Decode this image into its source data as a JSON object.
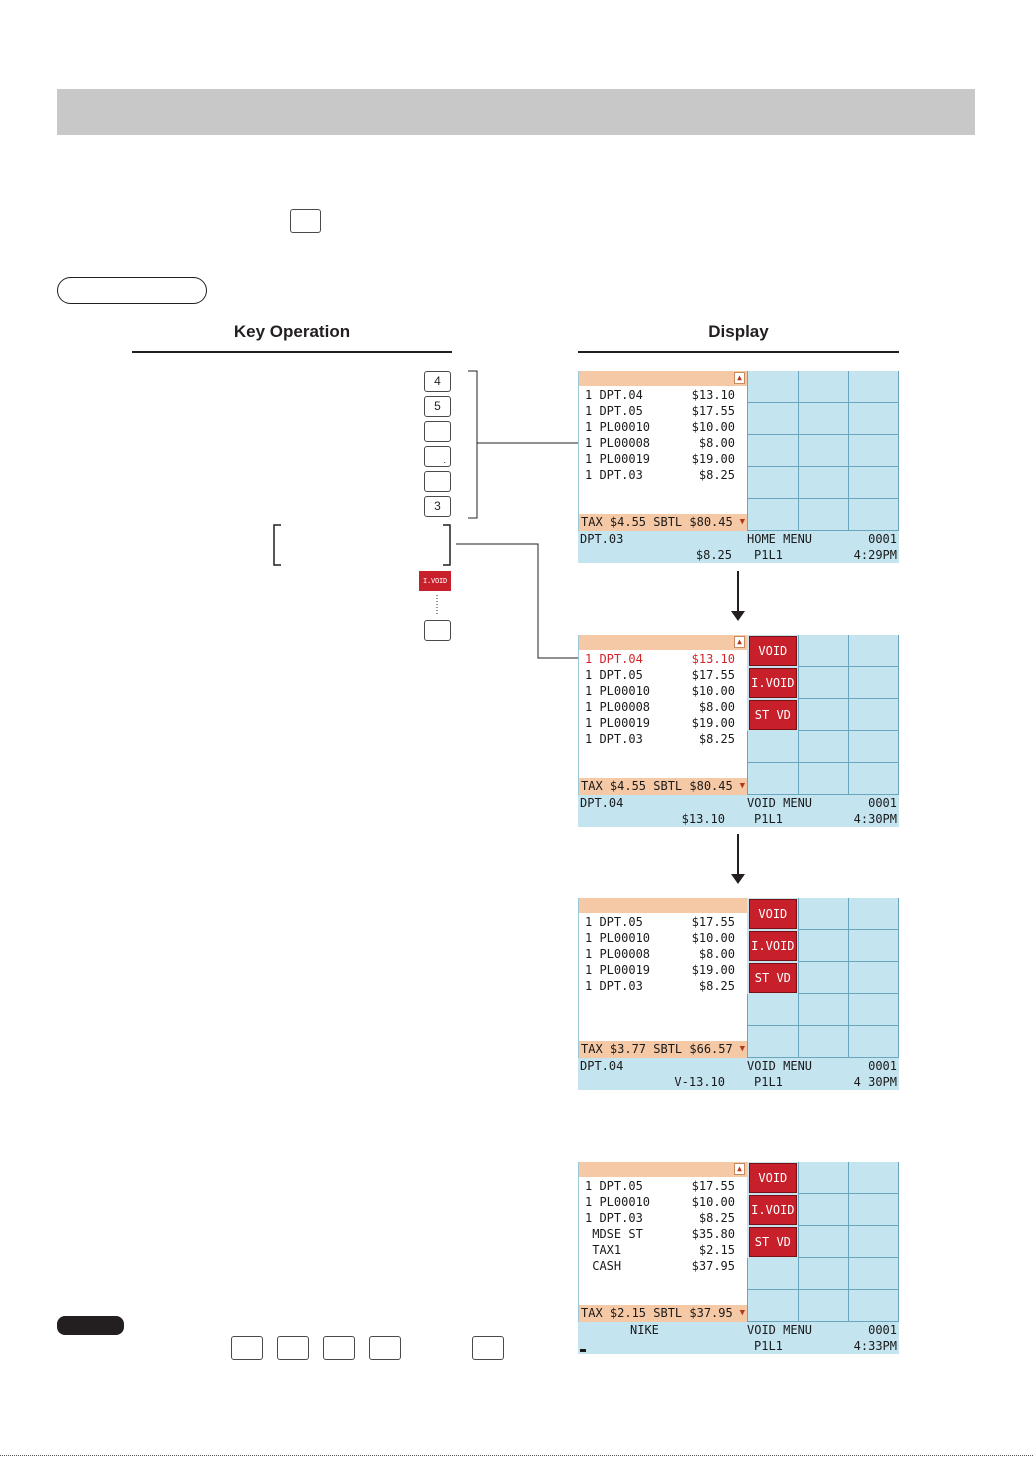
{
  "headers": {
    "key_operation": "Key Operation",
    "display": "Display"
  },
  "keys": {
    "k1": "4",
    "k2": "5",
    "k3": "",
    "k4": "",
    "k4_dot": ".",
    "k5": "",
    "k6": "3",
    "ivoid": "I.VOID",
    "last": ""
  },
  "screens": [
    {
      "items": [
        {
          "l": "1 DPT.04",
          "r": "$13.10"
        },
        {
          "l": "1 DPT.05",
          "r": "$17.55"
        },
        {
          "l": "1 PL00010",
          "r": "$10.00"
        },
        {
          "l": "1 PL00008",
          "r": "$8.00"
        },
        {
          "l": "1 PL00019",
          "r": "$19.00"
        },
        {
          "l": "1 DPT.03",
          "r": "$8.25"
        }
      ],
      "tax": "TAX $4.55 SBTL $80.45",
      "buttons": [],
      "status": {
        "name": "DPT.03",
        "menu": "HOME MENU",
        "num": "0001",
        "amount": "$8.25",
        "p": "P1L1",
        "time": "4:29PM"
      }
    },
    {
      "items": [
        {
          "l": "1 DPT.04",
          "r": "$13.10",
          "red": true
        },
        {
          "l": "1 DPT.05",
          "r": "$17.55"
        },
        {
          "l": "1 PL00010",
          "r": "$10.00"
        },
        {
          "l": "1 PL00008",
          "r": "$8.00"
        },
        {
          "l": "1 PL00019",
          "r": "$19.00"
        },
        {
          "l": "1 DPT.03",
          "r": "$8.25"
        }
      ],
      "tax": "TAX $4.55 SBTL $80.45",
      "buttons": [
        "VOID",
        "I.VOID",
        "ST VD"
      ],
      "status": {
        "name": "DPT.04",
        "menu": "VOID MENU",
        "num": "0001",
        "amount": "$13.10",
        "p": "P1L1",
        "time": "4:30PM"
      }
    },
    {
      "items": [
        {
          "l": "1 DPT.05",
          "r": "$17.55"
        },
        {
          "l": "1 PL00010",
          "r": "$10.00"
        },
        {
          "l": "1 PL00008",
          "r": "$8.00"
        },
        {
          "l": "1 PL00019",
          "r": "$19.00"
        },
        {
          "l": "1 DPT.03",
          "r": "$8.25"
        }
      ],
      "tax": "TAX $3.77 SBTL $66.57",
      "buttons": [
        "VOID",
        "I.VOID",
        "ST VD"
      ],
      "status": {
        "name": "DPT.04",
        "menu": "VOID MENU",
        "num": "0001",
        "amount": "V-13.10",
        "p": "P1L1",
        "time": "4 30PM"
      }
    },
    {
      "items": [
        {
          "l": "1 DPT.05",
          "r": "$17.55"
        },
        {
          "l": "1 PL00010",
          "r": "$10.00"
        },
        {
          "l": "1 DPT.03",
          "r": "$8.25"
        },
        {
          "l": " MDSE ST",
          "r": "$35.80"
        },
        {
          "l": " TAX1",
          "r": "$2.15"
        },
        {
          "l": " CASH",
          "r": "$37.95"
        }
      ],
      "tax": "TAX $2.15 SBTL $37.95",
      "buttons": [
        "VOID",
        "I.VOID",
        "ST VD"
      ],
      "status": {
        "name": "NIKE",
        "menu": "VOID MENU",
        "num": "0001",
        "amount": "",
        "p": "P1L1",
        "time": "4:33PM"
      }
    }
  ]
}
